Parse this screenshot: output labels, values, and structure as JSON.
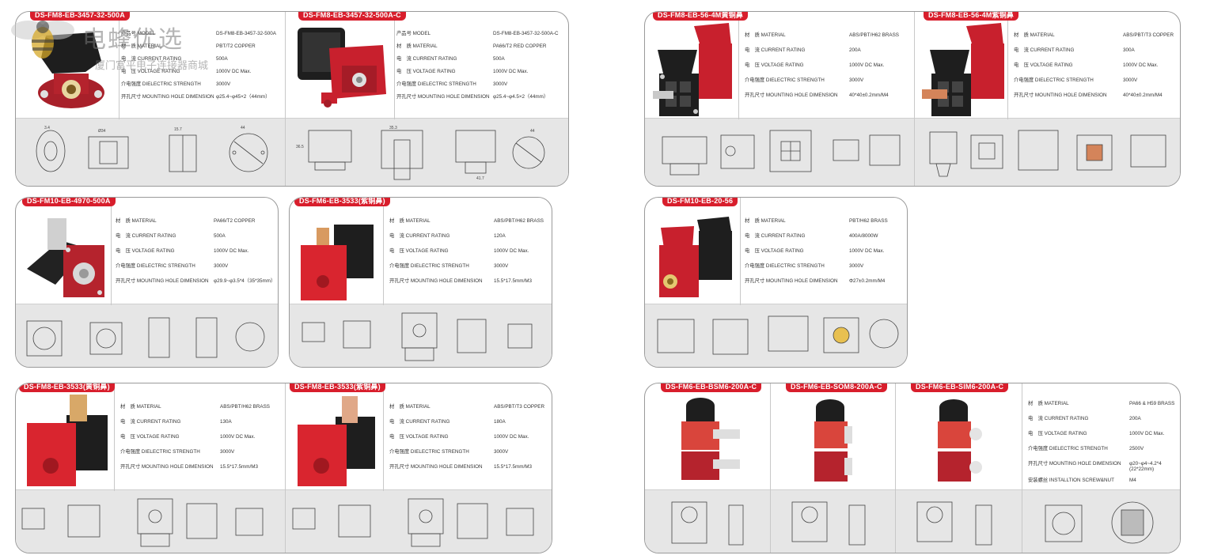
{
  "watermark": {
    "title": "电蜂优选",
    "subtitle": "厦门富平电子连接器商城"
  },
  "labels": {
    "model": "产品号 MODEL",
    "material": "材　质 MATERIAL",
    "current": "电　流 CURRENT RATING",
    "voltage": "电　压 VOLTAGE RATING",
    "dielectric": "介电强度 DIELECTRIC STRENGTH",
    "mounting": "开孔尺寸 MOUNTING HOLE DIMENSION",
    "screw": "安装螺丝 INSTALLTION SCREW&NUT"
  },
  "products": [
    {
      "tag": "DS-FM8-EB-3457-32-500A",
      "model": "DS-FM8-EB-3457-32-500A",
      "material": "PBT/T2 COPPER",
      "current": "500A",
      "voltage": "1000V DC Max.",
      "dielectric": "3000V",
      "mounting": "φ25.4~φ45×2（44mm）"
    },
    {
      "tag": "DS-FM8-EB-3457-32-500A-C",
      "model": "DS-FM8-EB-3457-32-500A-C",
      "material": "PA66/T2 RED COPPER",
      "current": "500A",
      "voltage": "1000V DC Max.",
      "dielectric": "3000V",
      "mounting": "φ25.4~φ4.5×2（44mm）"
    },
    {
      "tag": "DS-FM8-EB-56-4M黄铜鼻",
      "material": "ABS/PBT/H62 BRASS",
      "current": "200A",
      "voltage": "1000V DC Max.",
      "dielectric": "3000V",
      "mounting": "40*40±0.2mm/M4"
    },
    {
      "tag": "DS-FM8-EB-56-4M紫铜鼻",
      "material": "ABS/PBT/T3 COPPER",
      "current": "300A",
      "voltage": "1000V DC Max.",
      "dielectric": "3000V",
      "mounting": "40*40±0.2mm/M4"
    },
    {
      "tag": "DS-FM10-EB-4970-500A",
      "material": "PA66/T2 COPPER",
      "current": "500A",
      "voltage": "1000V DC Max.",
      "dielectric": "3000V",
      "mounting": "φ29.9~φ3.5*4（35*35mm）"
    },
    {
      "tag": "DS-FM6-EB-3533(紫铜鼻)",
      "material": "ABS/PBT/H62 BRASS",
      "current": "120A",
      "voltage": "1000V DC Max.",
      "dielectric": "3000V",
      "mounting": "15.5*17.5mm/M3"
    },
    {
      "tag": "DS-FM10-EB-20-56",
      "material": "PBT/H62 BRASS",
      "current": "400A/8000W",
      "voltage": "1000V DC Max.",
      "dielectric": "3000V",
      "mounting": "Φ27±0.2mm/M4"
    },
    {
      "tag": "DS-FM8-EB-3533(黄铜鼻)",
      "material": "ABS/PBT/H62 BRASS",
      "current": "130A",
      "voltage": "1000V DC Max.",
      "dielectric": "3000V",
      "mounting": "15.5*17.5mm/M3"
    },
    {
      "tag": "DS-FM8-EB-3533(紫铜鼻)",
      "material": "ABS/PBT/T3 COPPER",
      "current": "180A",
      "voltage": "1000V DC Max.",
      "dielectric": "3000V",
      "mounting": "15.5*17.5mm/M3"
    },
    {
      "tag": "DS-FM6-EB-BSM6-200A-C"
    },
    {
      "tag": "DS-FM6-EB-SOM8-200A-C"
    },
    {
      "tag": "DS-FM6-EB-SIM6-200A-C",
      "material": "PA66 & H59 BRASS",
      "current": "200A",
      "voltage": "1000V DC Max.",
      "dielectric": "2500V",
      "mounting": "φ20~φ4~4.2*4 (22*22mm)",
      "screw": "M4"
    }
  ],
  "colors": {
    "tag_red": "#d81e2c",
    "product_red": "#c8202d",
    "product_black": "#1e1e1e",
    "drawing_bg": "#e6e6e6"
  }
}
